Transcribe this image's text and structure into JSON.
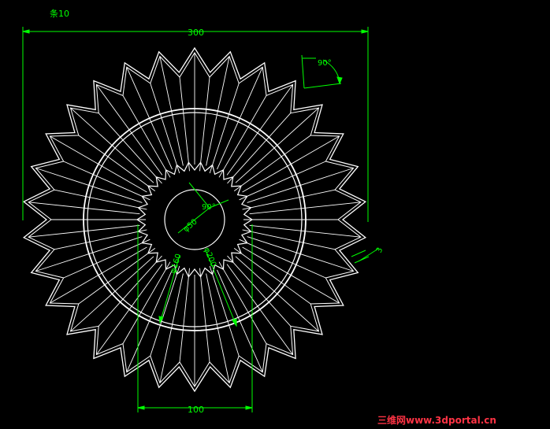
{
  "title_note": "条10",
  "dimensions": {
    "overall_width": "300",
    "base_width": "100",
    "angle_outer": "90°",
    "angle_inner": "90°",
    "hub_diameter": "φ50",
    "inner_diameter_1": "φ160",
    "inner_diameter_2": "φ200",
    "thickness": "3"
  },
  "watermark": "三维网www.3dportal.cn",
  "colors": {
    "background": "#000000",
    "geometry": "#ffffff",
    "dimension": "#00ff00",
    "watermark": "#ff3344"
  },
  "pattern": {
    "outer_teeth": 30,
    "inner_teeth": 30
  }
}
